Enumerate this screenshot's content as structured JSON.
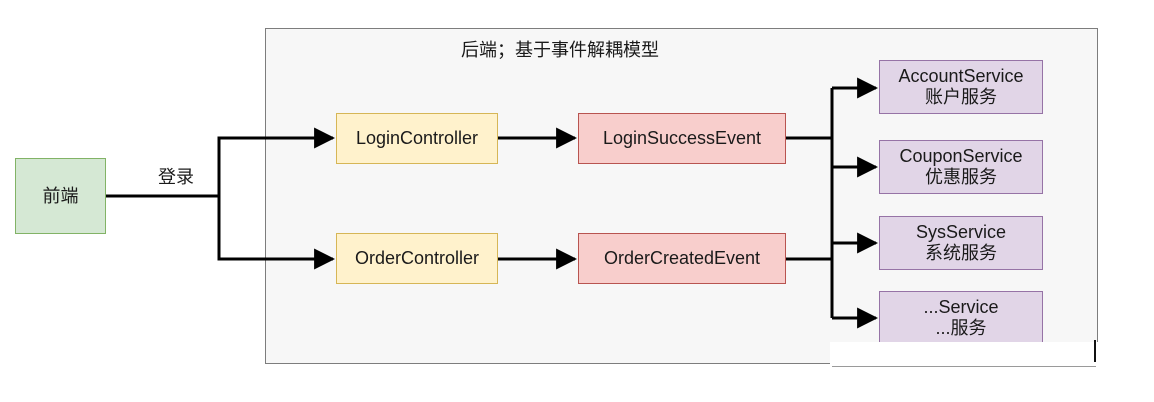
{
  "container": {
    "title": "后端；基于事件解耦模型"
  },
  "frontend": {
    "label": "前端"
  },
  "edge_label": "登录",
  "controllers": [
    {
      "label": "LoginController"
    },
    {
      "label": "OrderController"
    }
  ],
  "events": [
    {
      "label": "LoginSuccessEvent"
    },
    {
      "label": "OrderCreatedEvent"
    }
  ],
  "services": [
    {
      "name": "AccountService",
      "desc": "账户服务"
    },
    {
      "name": "CouponService",
      "desc": "优惠服务"
    },
    {
      "name": "SysService",
      "desc": "系统服务"
    },
    {
      "name": "...Service",
      "desc": "...服务"
    }
  ],
  "colors": {
    "frontend_fill": "#d5e8d4",
    "controller_fill": "#fff2cc",
    "event_fill": "#f8cecc",
    "service_fill": "#e1d5e7",
    "connector": "#000000"
  }
}
